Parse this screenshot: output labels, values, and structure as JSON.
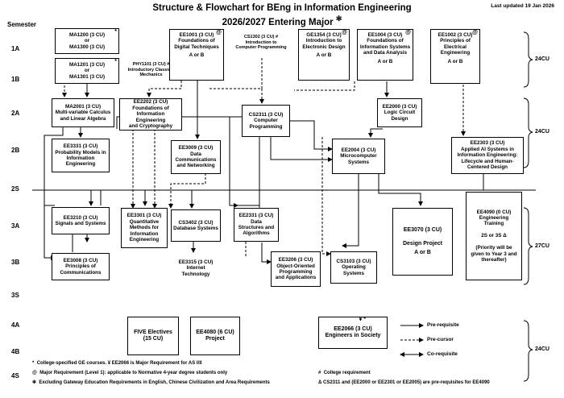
{
  "header": {
    "title_line1": "Structure & Flowchart for BEng in Information Engineering",
    "title_line2": "2026/2027 Entering Major",
    "title_mark": "✻",
    "updated": "Last updated 19 Jan 2026"
  },
  "semesters": {
    "heading": "Semester",
    "labels": [
      "1A",
      "1B",
      "2A",
      "2B",
      "2S",
      "3A",
      "3B",
      "3S",
      "4A",
      "4B",
      "4S"
    ]
  },
  "courses": {
    "ma1200": {
      "text": "MA1200 (3 CU)\nor\nMA1300 (3 CU)",
      "mark": "*"
    },
    "ma1201": {
      "text": "MA1201 (3 CU)\nor\nMA1301 (3 CU)",
      "mark": "*"
    },
    "phy1101": {
      "text": "PHY1101 (3 CU) #\nIntroductory Classical\nMechanics"
    },
    "ee1001": {
      "text": "EE1001 (3 CU)\nFoundations of\nDigital Techniques",
      "sub": "A or B",
      "mark": "@"
    },
    "cs1302": {
      "text": "CS1302 (3 CU) #\nIntroduction to\nComputer Programming"
    },
    "ge1354": {
      "text": "GE1354 (3 CU)\nIntroduction to\nElectronic Design",
      "sub": "A or B",
      "mark": "@"
    },
    "ee1004": {
      "text": "EE1004 (3 CU)\nFoundations of\nInformation Systems\nand Data Analysis",
      "sub": "A or B",
      "mark": "@"
    },
    "ee1002": {
      "text": "EE1002 (3 CU)\nPrinciples of\nElectrical\nEngineering",
      "sub": "A or B",
      "mark": "@"
    },
    "ma2001": {
      "text": "MA2001 (3 CU)\nMulti-variable Calculus\nand Linear Algebra"
    },
    "ee2202": {
      "text": "EE2202 (3 CU)\nFoundations of\nInformation Engineering\nand Cryptography"
    },
    "cs2311": {
      "text": "CS2311 (3 CU)\nComputer\nProgramming"
    },
    "ee2000": {
      "text": "EE2000 (3 CU)\nLogic Circuit\nDesign"
    },
    "ee3331": {
      "text": "EE3331 (3 CU)\nProbability Models in\nInformation\nEngineering"
    },
    "ee3009": {
      "text": "EE3009 (3 CU)\nData\nCommunications\nand Networking"
    },
    "ee2004": {
      "text": "EE2004 (3 CU)\nMicrocomputer\nSystems"
    },
    "ee2303": {
      "text": "EE2303 (3 CU)\nApplied AI Systems in\nInformation Engineering:\nLifecycle and Human-\nCentered Design"
    },
    "ee3210": {
      "text": "EE3210 (3 CU)\nSignals and Systems"
    },
    "ee3301": {
      "text": "EE3301 (3 CU)\nQuantitative\nMethods for\nInformation\nEngineering"
    },
    "cs3402": {
      "text": "CS3402 (3 CU)\nDatabase Systems"
    },
    "ee2331": {
      "text": "EE2331 (3 CU)\nData\nStructures and\nAlgorithms"
    },
    "ee3070": {
      "text": "EE3070 (3 CU)\n\nDesign Project",
      "sub": "A or B"
    },
    "ee4090": {
      "text": "EE4090 (0 CU)\nEngineering\nTraining\n\n2S or 3S Δ\n\n(Priority will be\ngiven to Year 3 and\nthereafter)"
    },
    "ee3008": {
      "text": "EE3008 (3 CU)\nPrinciples of\nCommunications"
    },
    "ee3315": {
      "text": "EE3315 (3 CU)\nInternet Technology"
    },
    "ee3206": {
      "text": "EE3206 (3 CU)\nObject-Oriented\nProgramming\nand Applications"
    },
    "cs3103": {
      "text": "CS3103 (3 CU)\nOperating\nSystems"
    },
    "ge": {
      "text": "FIVE Electives\n(15 CU)"
    },
    "ee4080": {
      "text": "EE4080 (6 CU)\nProject"
    },
    "ee2066": {
      "text": "EE2066 (3 CU)\nEngineers in Society",
      "mark": "¥ *"
    }
  },
  "credits": [
    "24CU",
    "24CU",
    "27CU",
    "24CU"
  ],
  "legend": {
    "prereq": "Pre-requisite",
    "precursor": "Pre-cursor",
    "coreq": "Co-requisite"
  },
  "footnotes": {
    "note1": "College-specified GE courses.  ¥ EE2066 is Major Requirement for AS I/II",
    "note1_mark": "*",
    "note2": "Major Requirement (Level 1): applicable to Normative 4-year degree students only",
    "note2_mark": "@",
    "note3": "Excluding Gateway Education Requirements in English, Chinese Civilization and Area Requirements",
    "note3_mark": "✻",
    "note4": "College requirement",
    "note4_mark": "#",
    "note5": "CS2311 and (EE2000 or EE2301 or EE2005) are pre-requisites for EE4090",
    "note5_mark": "Δ"
  }
}
